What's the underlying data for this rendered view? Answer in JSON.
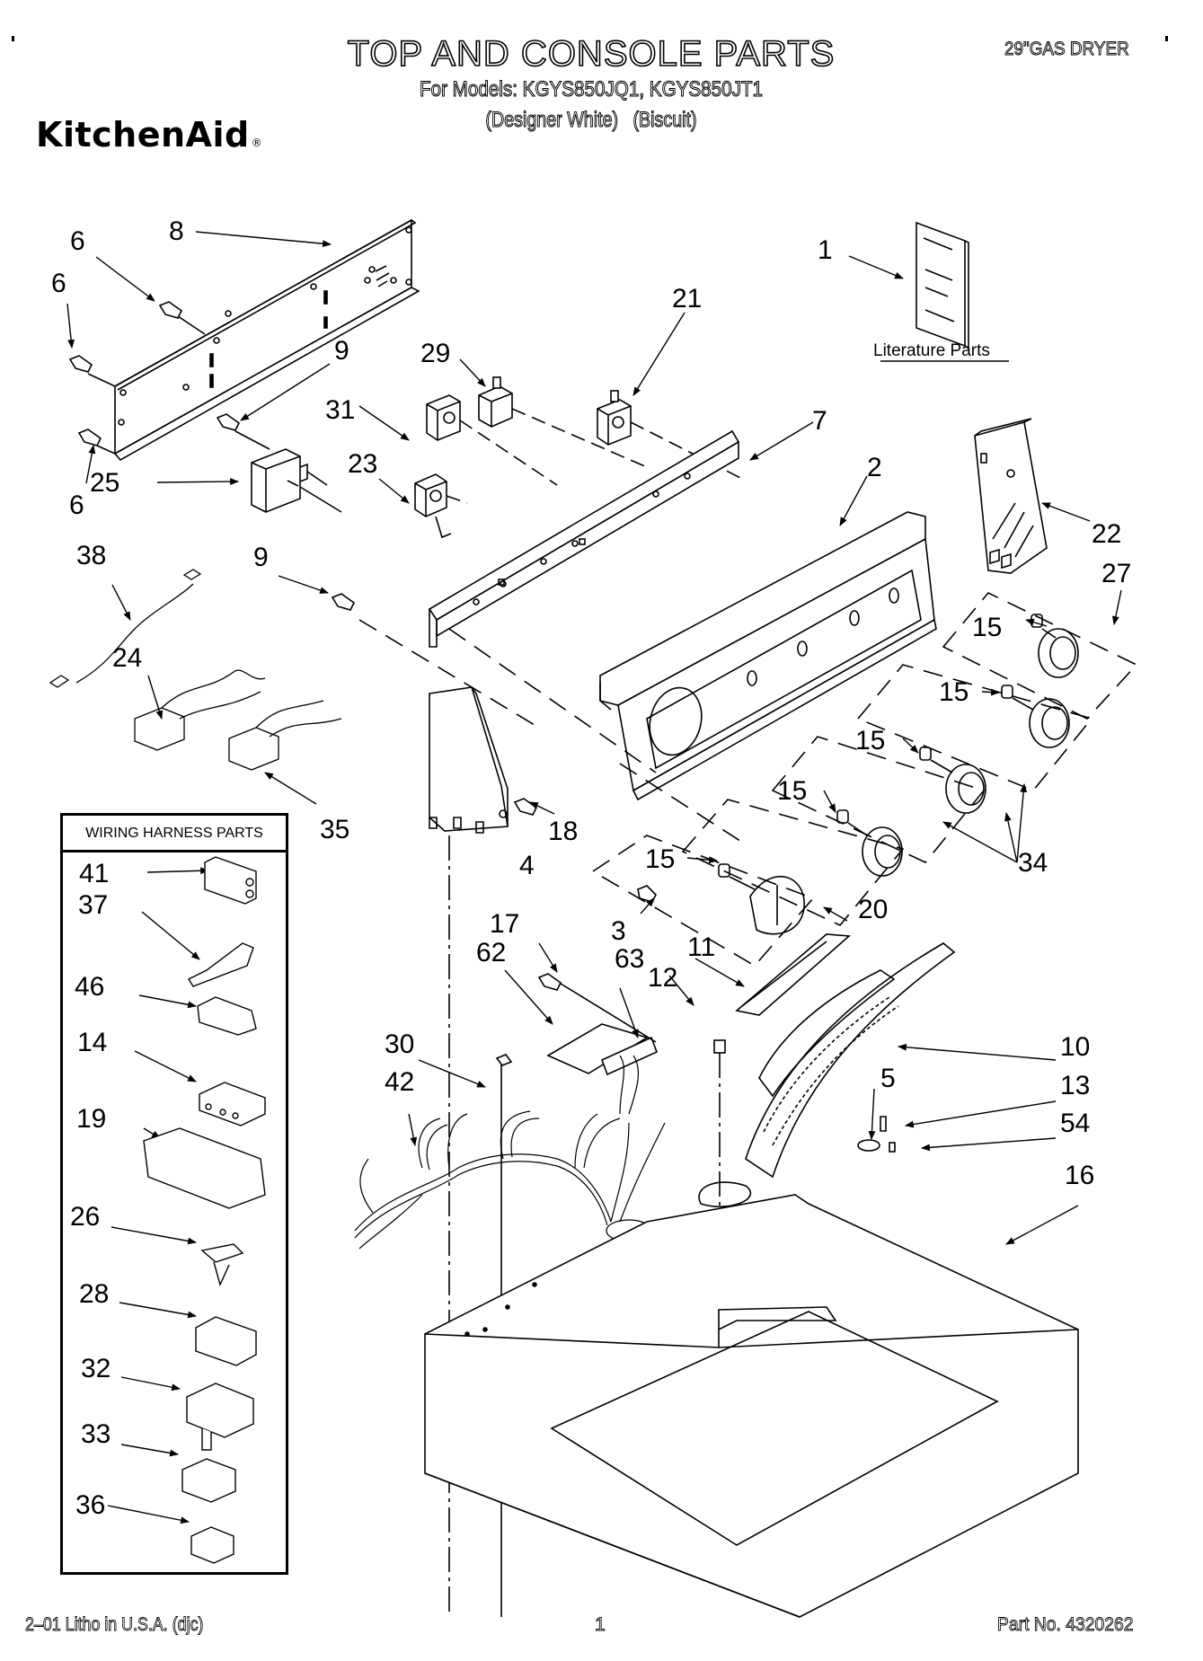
{
  "header": {
    "title": "TOP AND CONSOLE PARTS",
    "models_line": "For Models: KGYS850JQ1, KGYS850JT1",
    "colors_line": "(Designer White)   (Biscuit)",
    "product": "29\"GAS DRYER",
    "brand_logo": "KitchenAid",
    "brand_registered": "®"
  },
  "literature": {
    "label": "Literature Parts"
  },
  "wiring_harness_box": {
    "title": "WIRING HARNESS PARTS",
    "callouts": [
      "41",
      "37",
      "46",
      "14",
      "19",
      "26",
      "28",
      "32",
      "33",
      "36"
    ]
  },
  "callouts": {
    "c1": "1",
    "c2": "2",
    "c3": "3",
    "c4": "4",
    "c5": "5",
    "c6a": "6",
    "c6b": "6",
    "c6c": "6",
    "c7": "7",
    "c8": "8",
    "c9a": "9",
    "c9b": "9",
    "c10": "10",
    "c11": "11",
    "c12": "12",
    "c13": "13",
    "c15a": "15",
    "c15b": "15",
    "c15c": "15",
    "c15d": "15",
    "c15e": "15",
    "c16": "16",
    "c17": "17",
    "c18": "18",
    "c20": "20",
    "c21": "21",
    "c22": "22",
    "c23": "23",
    "c24": "24",
    "c25": "25",
    "c27": "27",
    "c29": "29",
    "c30": "30",
    "c31": "31",
    "c34": "34",
    "c35": "35",
    "c38": "38",
    "c42": "42",
    "c54": "54",
    "c62": "62",
    "c63": "63"
  },
  "footer": {
    "litho": "2–01 Litho in U.S.A. (djc)",
    "page": "1",
    "part_no": "Part No. 4320262"
  }
}
